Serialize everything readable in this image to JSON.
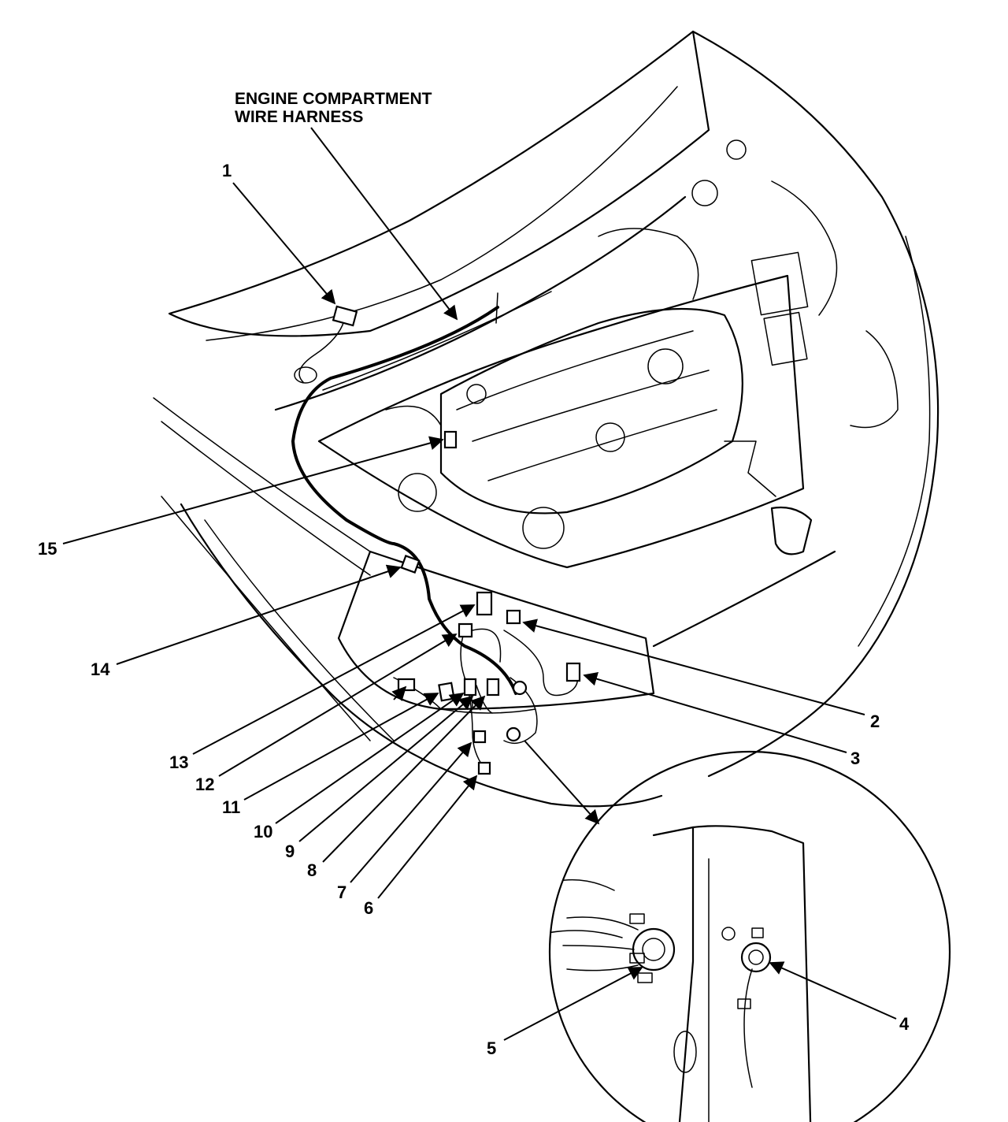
{
  "title": {
    "line1": "ENGINE COMPARTMENT",
    "line2": "WIRE HARNESS"
  },
  "callouts": [
    "1",
    "2",
    "3",
    "4",
    "5",
    "6",
    "7",
    "8",
    "9",
    "10",
    "11",
    "12",
    "13",
    "14",
    "15"
  ],
  "colors": {
    "ink": "#000000",
    "paper": "#ffffff"
  }
}
